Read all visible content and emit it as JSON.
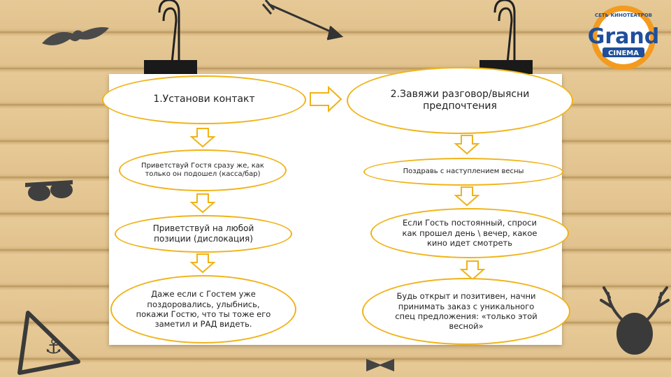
{
  "colors": {
    "accent": "#f0b318",
    "text": "#222222",
    "logo_blue": "#1f4f9b",
    "logo_orange": "#f39b1f"
  },
  "logo": {
    "brand": "Grand",
    "sub": "CINEMA",
    "ring_text": "СЕТЬ КИНОТЕАТРОВ"
  },
  "left_column": {
    "title": "1.Установи контакт",
    "steps": [
      "Приветствуй Гостя сразу же, как только он подошел (касса/бар)",
      "Приветствуй на любой позиции (дислокация)",
      "Даже если с Гостем уже поздоровались, улыбнись, покажи Гостю, что ты тоже его заметил и РАД видеть."
    ]
  },
  "right_column": {
    "title": "2.Завяжи разговор/выясни предпочтения",
    "steps": [
      "Поздравь с наступлением весны",
      "Если Гость постоянный, спроси как прошел день \\ вечер, какое кино идет смотреть",
      "Будь открыт и позитивен, начни принимать заказ с уникального спец предложения: «только этой весной»"
    ]
  }
}
